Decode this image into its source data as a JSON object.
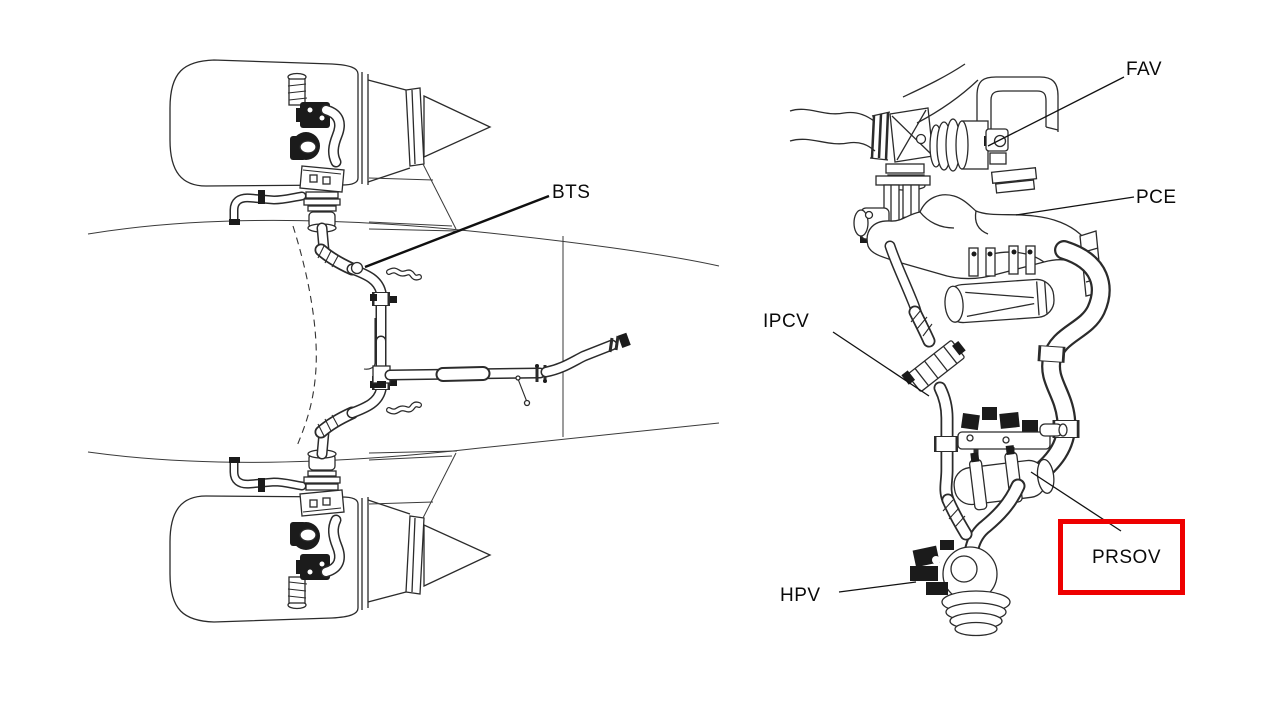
{
  "figure": {
    "type": "technical-illustration",
    "background_color": "#ffffff",
    "line_color": "#2b2b2b",
    "highlight_box_color": "#ee0000",
    "left_view": {
      "name": "engine-bleed-system-overview",
      "labels": [
        {
          "id": "bts",
          "text": "BTS"
        }
      ]
    },
    "right_view": {
      "name": "bleed-valve-group-detail",
      "labels": [
        {
          "id": "fav",
          "text": "FAV"
        },
        {
          "id": "pce",
          "text": "PCE"
        },
        {
          "id": "ipcv",
          "text": "IPCV"
        },
        {
          "id": "prsov",
          "text": "PRSOV",
          "highlighted": true
        },
        {
          "id": "hpv",
          "text": "HPV"
        }
      ]
    }
  }
}
